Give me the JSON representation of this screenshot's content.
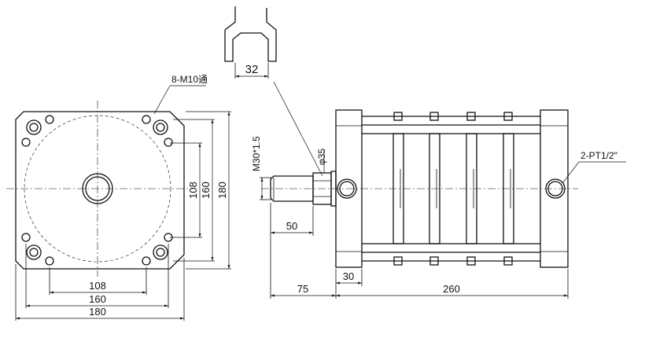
{
  "front_view": {
    "hole_note": "8-M10通",
    "dim_bottom_inner": "108",
    "dim_bottom_mid": "160",
    "dim_bottom_outer": "180",
    "dim_side_inner": "108",
    "dim_side_mid": "160",
    "dim_side_outer": "180"
  },
  "wrench": {
    "width_label": "32"
  },
  "side_view": {
    "thread_label": "M30*1.5",
    "diameter_label": "φ35",
    "port_label": "2-PT1/2\"",
    "rod_length": "50",
    "rod_extension": "75",
    "flange_width": "30",
    "body_length": "260"
  }
}
